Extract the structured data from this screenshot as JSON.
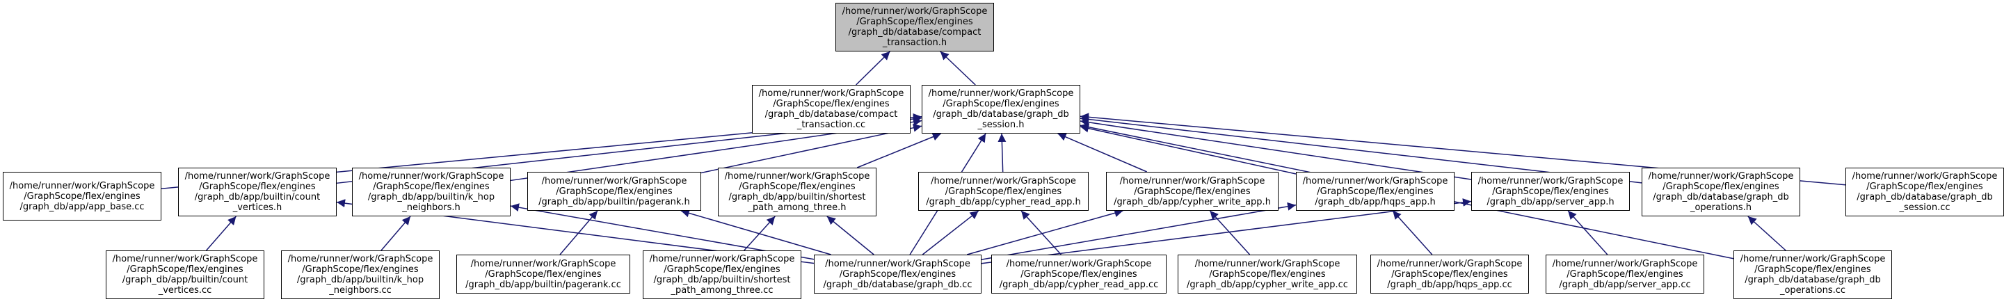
{
  "theme": {
    "edge_color": "#191970",
    "root_fill": "#bfbfbf",
    "node_fill": "#ffffff",
    "border_color": "#000000"
  },
  "nodes": {
    "compact_transaction_h": {
      "lines": [
        "/home/runner/work/GraphScope",
        "/GraphScope/flex/engines",
        "/graph_db/database/compact",
        "_transaction.h"
      ]
    },
    "compact_transaction_cc": {
      "lines": [
        "/home/runner/work/GraphScope",
        "/GraphScope/flex/engines",
        "/graph_db/database/compact",
        "_transaction.cc"
      ]
    },
    "graph_db_session_h": {
      "lines": [
        "/home/runner/work/GraphScope",
        "/GraphScope/flex/engines",
        "/graph_db/database/graph_db",
        "_session.h"
      ]
    },
    "app_base_cc": {
      "lines": [
        "/home/runner/work/GraphScope",
        "/GraphScope/flex/engines",
        "/graph_db/app/app_base.cc"
      ]
    },
    "count_vertices_h": {
      "lines": [
        "/home/runner/work/GraphScope",
        "/GraphScope/flex/engines",
        "/graph_db/app/builtin/count",
        "_vertices.h"
      ]
    },
    "k_hop_neighbors_h": {
      "lines": [
        "/home/runner/work/GraphScope",
        "/GraphScope/flex/engines",
        "/graph_db/app/builtin/k_hop",
        "_neighbors.h"
      ]
    },
    "pagerank_h": {
      "lines": [
        "/home/runner/work/GraphScope",
        "/GraphScope/flex/engines",
        "/graph_db/app/builtin/pagerank.h"
      ]
    },
    "shortest_path_h": {
      "lines": [
        "/home/runner/work/GraphScope",
        "/GraphScope/flex/engines",
        "/graph_db/app/builtin/shortest",
        "_path_among_three.h"
      ]
    },
    "cypher_read_app_h": {
      "lines": [
        "/home/runner/work/GraphScope",
        "/GraphScope/flex/engines",
        "/graph_db/app/cypher_read_app.h"
      ]
    },
    "cypher_write_app_h": {
      "lines": [
        "/home/runner/work/GraphScope",
        "/GraphScope/flex/engines",
        "/graph_db/app/cypher_write_app.h"
      ]
    },
    "hqps_app_h": {
      "lines": [
        "/home/runner/work/GraphScope",
        "/GraphScope/flex/engines",
        "/graph_db/app/hqps_app.h"
      ]
    },
    "server_app_h": {
      "lines": [
        "/home/runner/work/GraphScope",
        "/GraphScope/flex/engines",
        "/graph_db/app/server_app.h"
      ]
    },
    "graph_db_operations_h": {
      "lines": [
        "/home/runner/work/GraphScope",
        "/GraphScope/flex/engines",
        "/graph_db/database/graph_db",
        "_operations.h"
      ]
    },
    "graph_db_session_cc": {
      "lines": [
        "/home/runner/work/GraphScope",
        "/GraphScope/flex/engines",
        "/graph_db/database/graph_db",
        "_session.cc"
      ]
    },
    "count_vertices_cc": {
      "lines": [
        "/home/runner/work/GraphScope",
        "/GraphScope/flex/engines",
        "/graph_db/app/builtin/count",
        "_vertices.cc"
      ]
    },
    "k_hop_neighbors_cc": {
      "lines": [
        "/home/runner/work/GraphScope",
        "/GraphScope/flex/engines",
        "/graph_db/app/builtin/k_hop",
        "_neighbors.cc"
      ]
    },
    "pagerank_cc": {
      "lines": [
        "/home/runner/work/GraphScope",
        "/GraphScope/flex/engines",
        "/graph_db/app/builtin/pagerank.cc"
      ]
    },
    "shortest_path_cc": {
      "lines": [
        "/home/runner/work/GraphScope",
        "/GraphScope/flex/engines",
        "/graph_db/app/builtin/shortest",
        "_path_among_three.cc"
      ]
    },
    "graph_db_cc": {
      "lines": [
        "/home/runner/work/GraphScope",
        "/GraphScope/flex/engines",
        "/graph_db/database/graph_db.cc"
      ]
    },
    "cypher_read_app_cc": {
      "lines": [
        "/home/runner/work/GraphScope",
        "/GraphScope/flex/engines",
        "/graph_db/app/cypher_read_app.cc"
      ]
    },
    "cypher_write_app_cc": {
      "lines": [
        "/home/runner/work/GraphScope",
        "/GraphScope/flex/engines",
        "/graph_db/app/cypher_write_app.cc"
      ]
    },
    "hqps_app_cc": {
      "lines": [
        "/home/runner/work/GraphScope",
        "/GraphScope/flex/engines",
        "/graph_db/app/hqps_app.cc"
      ]
    },
    "server_app_cc": {
      "lines": [
        "/home/runner/work/GraphScope",
        "/GraphScope/flex/engines",
        "/graph_db/app/server_app.cc"
      ]
    },
    "graph_db_operations_cc": {
      "lines": [
        "/home/runner/work/GraphScope",
        "/GraphScope/flex/engines",
        "/graph_db/database/graph_db",
        "_operations.cc"
      ]
    }
  },
  "edges": [
    {
      "from": "compact_transaction_h",
      "to": "compact_transaction_cc"
    },
    {
      "from": "compact_transaction_h",
      "to": "graph_db_session_h"
    },
    {
      "from": "graph_db_session_h",
      "to": "app_base_cc"
    },
    {
      "from": "graph_db_session_h",
      "to": "count_vertices_h"
    },
    {
      "from": "graph_db_session_h",
      "to": "k_hop_neighbors_h"
    },
    {
      "from": "graph_db_session_h",
      "to": "pagerank_h"
    },
    {
      "from": "graph_db_session_h",
      "to": "shortest_path_h"
    },
    {
      "from": "graph_db_session_h",
      "to": "graph_db_cc"
    },
    {
      "from": "graph_db_session_h",
      "to": "cypher_read_app_h"
    },
    {
      "from": "graph_db_session_h",
      "to": "cypher_write_app_h"
    },
    {
      "from": "graph_db_session_h",
      "to": "hqps_app_h"
    },
    {
      "from": "graph_db_session_h",
      "to": "server_app_h"
    },
    {
      "from": "graph_db_session_h",
      "to": "graph_db_operations_h"
    },
    {
      "from": "graph_db_session_h",
      "to": "graph_db_session_cc"
    },
    {
      "from": "graph_db_session_h",
      "to": "graph_db_operations_cc"
    },
    {
      "from": "count_vertices_h",
      "to": "count_vertices_cc"
    },
    {
      "from": "count_vertices_h",
      "to": "graph_db_cc"
    },
    {
      "from": "k_hop_neighbors_h",
      "to": "k_hop_neighbors_cc"
    },
    {
      "from": "k_hop_neighbors_h",
      "to": "graph_db_cc"
    },
    {
      "from": "pagerank_h",
      "to": "pagerank_cc"
    },
    {
      "from": "pagerank_h",
      "to": "graph_db_cc"
    },
    {
      "from": "shortest_path_h",
      "to": "shortest_path_cc"
    },
    {
      "from": "shortest_path_h",
      "to": "graph_db_cc"
    },
    {
      "from": "cypher_read_app_h",
      "to": "cypher_read_app_cc"
    },
    {
      "from": "cypher_read_app_h",
      "to": "graph_db_cc"
    },
    {
      "from": "cypher_write_app_h",
      "to": "cypher_write_app_cc"
    },
    {
      "from": "cypher_write_app_h",
      "to": "graph_db_cc"
    },
    {
      "from": "hqps_app_h",
      "to": "hqps_app_cc"
    },
    {
      "from": "hqps_app_h",
      "to": "graph_db_cc"
    },
    {
      "from": "server_app_h",
      "to": "server_app_cc"
    },
    {
      "from": "server_app_h",
      "to": "graph_db_cc"
    },
    {
      "from": "graph_db_operations_h",
      "to": "graph_db_operations_cc"
    }
  ]
}
